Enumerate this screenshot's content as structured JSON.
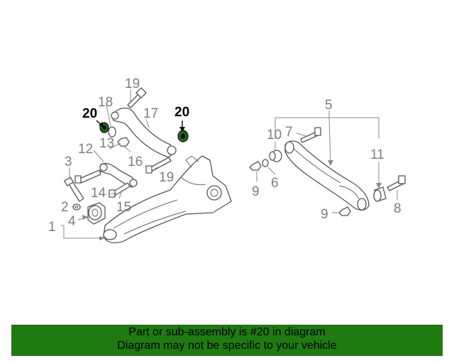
{
  "diagram": {
    "highlight_color": "#1f6b14",
    "highlight_part": "20",
    "labels": [
      "19",
      "18",
      "17",
      "20",
      "20",
      "13",
      "12",
      "3",
      "16",
      "19",
      "14",
      "15",
      "2",
      "4",
      "1",
      "5",
      "7",
      "10",
      "11",
      "9",
      "6",
      "8",
      "9"
    ]
  },
  "banner": {
    "line1": "Part or sub-assembly is #20 in diagram",
    "line2": "Diagram may not be specific to your vehicle",
    "background": "#1f7a12"
  }
}
